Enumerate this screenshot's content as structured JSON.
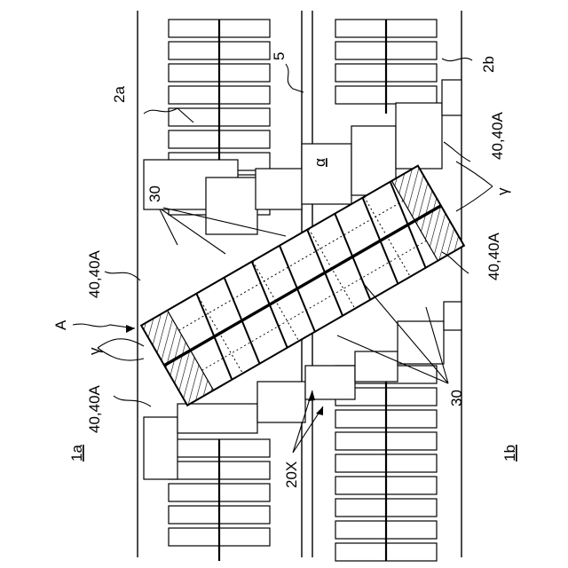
{
  "figure": {
    "labels": {
      "board_1a": "1a",
      "board_1b": "1b",
      "row_2a": "2a",
      "row_2b": "2b",
      "line_5": "5",
      "section_A": "A",
      "alpha": "α",
      "gamma_left": "γ",
      "gamma_right": "γ",
      "ref_30_top": "30",
      "ref_30_bottom": "30",
      "ref_20x": "20X",
      "ref_40_top_left": "40,40A",
      "ref_40_bottom_left": "40,40A",
      "ref_40_top_right": "40,40A",
      "ref_40_bottom_right": "40,40A"
    }
  }
}
